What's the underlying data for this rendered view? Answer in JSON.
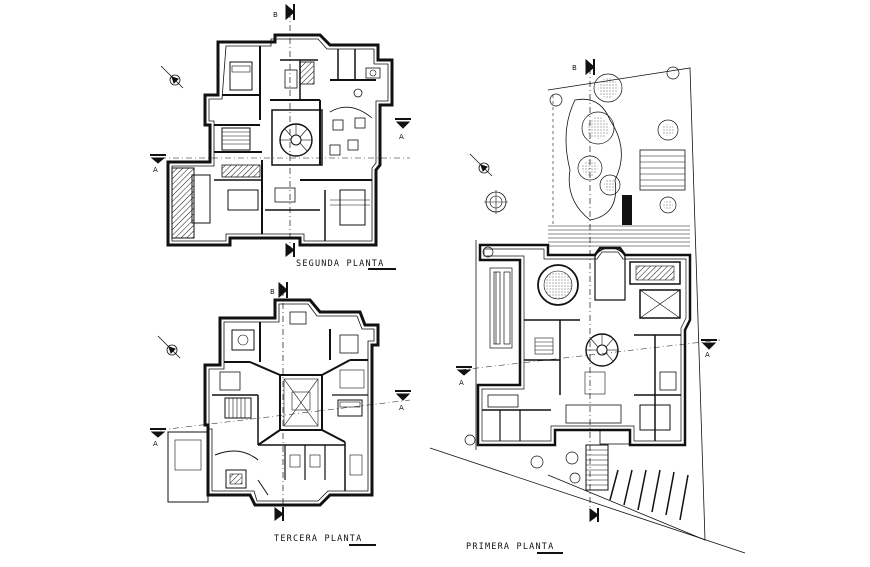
{
  "sheet": {
    "background": "#ffffff",
    "ink": "#111111"
  },
  "plans": {
    "segunda": {
      "title": "SEGUNDA PLANTA"
    },
    "tercera": {
      "title": "TERCERA PLANTA"
    },
    "primera": {
      "title": "PRIMERA PLANTA"
    }
  },
  "section_marks": {
    "b": "B",
    "a": "A"
  },
  "icons": [
    "north-arrow-icon",
    "section-marker-icon",
    "spiral-stair-icon",
    "tree-icon"
  ]
}
